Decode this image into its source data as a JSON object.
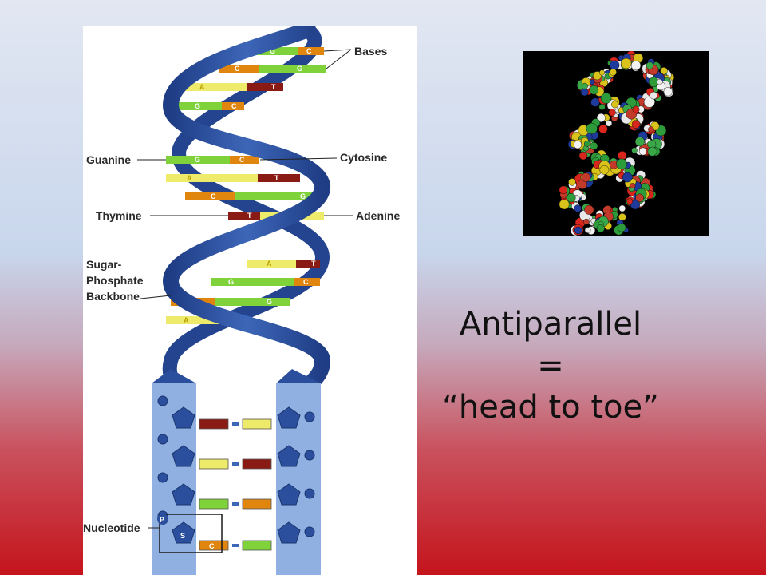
{
  "diagram": {
    "labels": {
      "bases": "Bases",
      "guanine": "Guanine",
      "cytosine": "Cytosine",
      "thymine": "Thymine",
      "adenine": "Adenine",
      "sugar_phosphate_backbone": [
        "Sugar-",
        "Phosphate",
        "Backbone"
      ],
      "nucleotide": "Nucleotide"
    },
    "base_letters": {
      "G": "G",
      "C": "C",
      "A": "A",
      "T": "T",
      "P": "P",
      "S": "S"
    },
    "colors": {
      "backbone": "#2b4f9c",
      "backbone_light": "#8fb0e0",
      "guanine": "#7fd23a",
      "cytosine": "#e0860e",
      "adenine": "#eeea6a",
      "thymine": "#8a1a14"
    }
  },
  "slide_text": {
    "line1": "Antiparallel",
    "line2": "=",
    "line3": "“head to toe”"
  }
}
